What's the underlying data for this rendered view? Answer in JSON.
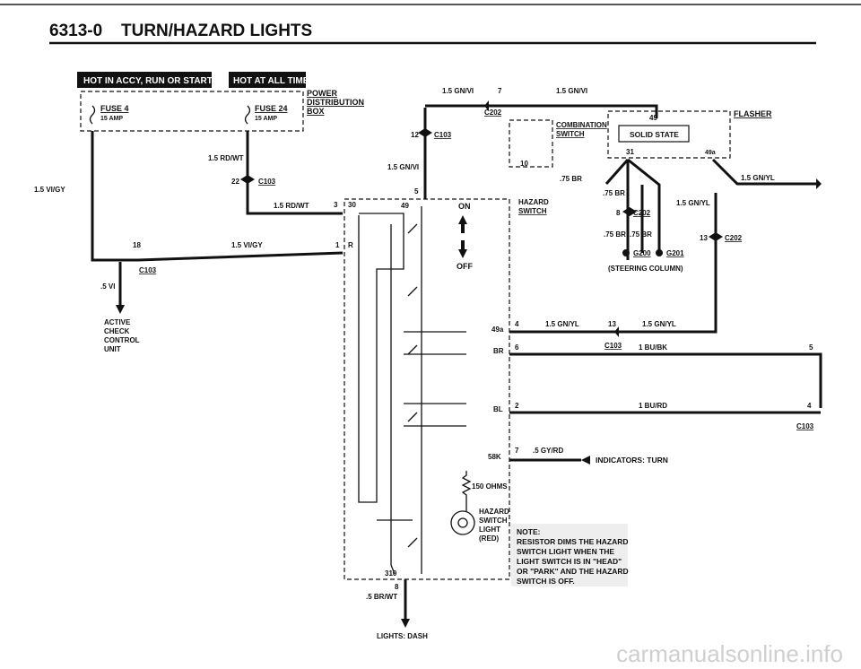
{
  "header": {
    "code": "6313-0",
    "title": "TURN/HAZARD LIGHTS"
  },
  "badges": {
    "accy": "HOT IN ACCY, RUN OR START",
    "always": "HOT AT ALL TIMES"
  },
  "fuse_box": {
    "fuse4": "FUSE 4",
    "fuse4_amp": "15 AMP",
    "fuse24": "FUSE 24",
    "fuse24_amp": "15 AMP",
    "pdb_1": "POWER",
    "pdb_2": "DISTRIBUTION",
    "pdb_3": "BOX"
  },
  "labels": {
    "w_15rdwt_a": "1.5 RD/WT",
    "w_15rdwt_b": "1.5 RD/WT",
    "pin22": "22",
    "c103_a": "C103",
    "pin12": "12",
    "c103_b": "C103",
    "w_15gnvi_mid": "1.5 GN/VI",
    "pin5_top": "5",
    "w_15gnvi_top1": "1.5 GN/VI",
    "pin7_top": "7",
    "w_15gnvi_top2": "1.5 GN/VI",
    "c202_top": "C202",
    "comb_1": "COMBINATION",
    "comb_2": "SWITCH",
    "pin10": "10",
    "pin49_flasher": "49",
    "solid_state": "SOLID STATE",
    "flasher": "FLASHER",
    "pin31": "31",
    "pin49a_flasher": "49a",
    "w_15gnyl_right": "1.5 GN/YL",
    "w_15vigy_left": "1.5 VI/GY",
    "pin3": "3",
    "pin30": "30",
    "pin49_sw": "49",
    "on": "ON",
    "off": "OFF",
    "haz_1": "HAZARD",
    "haz_2": "SWITCH",
    "w_75br_1": ".75 BR",
    "w_75br_2": ".75 BR",
    "w_15gnyl_mid": "1.5 GN/YL",
    "pin8": "8",
    "c202_mid": "C202",
    "w_75br_3": ".75 BR",
    "w_75br_4": ".75 BR",
    "pin13_c202": "13",
    "c202_right": "C202",
    "g200": "G200",
    "g201": "G201",
    "steering": "(STEERING COLUMN)",
    "pin18": "18",
    "w_15vigy": "1.5 VI/GY",
    "pin1": "1",
    "pinR": "R",
    "c103_c": "C103",
    "w_5vi": ".5 VI",
    "acc_1": "ACTIVE",
    "acc_2": "CHECK",
    "acc_3": "CONTROL",
    "acc_4": "UNIT",
    "pin49a_sw": "49a",
    "pin4": "4",
    "w_15gnyl_a": "1.5 GN/YL",
    "pin13": "13",
    "w_15gnyl_b": "1.5 GN/YL",
    "pinBR": "BR",
    "pin6": "6",
    "c103_d": "C103",
    "w_1bubk": "1 BU/BK",
    "pin5_right": "5",
    "pinBL": "BL",
    "pin2": "2",
    "w_1burd": "1 BU/RD",
    "pin4_right": "4",
    "c103_e": "C103",
    "pin58k": "58K",
    "pin7_bot": "7",
    "w_5gyrd": ".5 GY/RD",
    "indicators": "INDICATORS: TURN",
    "ohms": "150 OHMS",
    "hz_1": "HAZARD",
    "hz_2": "SWITCH",
    "hz_3": "LIGHT",
    "hz_4": "(RED)",
    "note_1": "NOTE:",
    "note_2": "RESISTOR DIMS THE HAZARD",
    "note_3": "SWITCH LIGHT WHEN THE",
    "note_4": "LIGHT SWITCH IS IN \"HEAD\"",
    "note_5": "OR \"PARK\" AND THE HAZARD",
    "note_6": "SWITCH IS OFF.",
    "pin310": "310",
    "pin8_bot": "8",
    "w_5brwt": ".5 BR/WT",
    "lights_dash": "LIGHTS: DASH"
  },
  "watermark": "carmanualsonline.info"
}
